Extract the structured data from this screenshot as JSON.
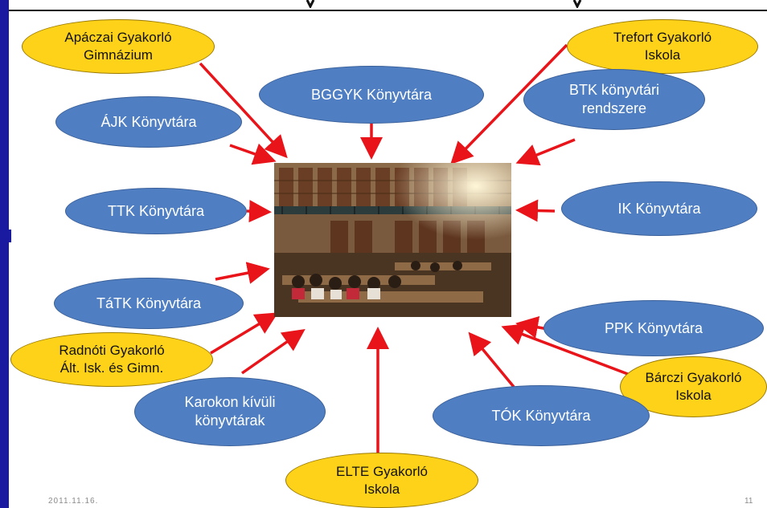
{
  "center": {
    "image": "library-reading-room-photo"
  },
  "nodes": {
    "apaczai": "Apáczai Gyakorló\nGimnázium",
    "trefort": "Trefort Gyakorló\nIskola",
    "bggyk": "BGGYK Könyvtára",
    "btk": "BTK könyvtári\nrendszere",
    "ajk": "ÁJK Könyvtára",
    "ttk": "TTK Könyvtára",
    "ik": "IK Könyvtára",
    "tatk": "TáTK Könyvtára",
    "ppk": "PPK Könyvtára",
    "radnoti": "Radnóti Gyakorló\nÁlt. Isk. és Gimn.",
    "barczi": "Bárczi Gyakorló\nIskola",
    "karokon": "Karokon kívüli\nkönyvtárak",
    "tok": "TÓK Könyvtára",
    "elte": "ELTE Gyakorló\nIskola"
  },
  "colors": {
    "library_node": "#4f7fc2",
    "school_node": "#ffd21a",
    "arrow": "#e8141a",
    "side_bar": "#1a1aa0"
  },
  "footer": {
    "date": "2011.11.16.",
    "page": "11"
  }
}
